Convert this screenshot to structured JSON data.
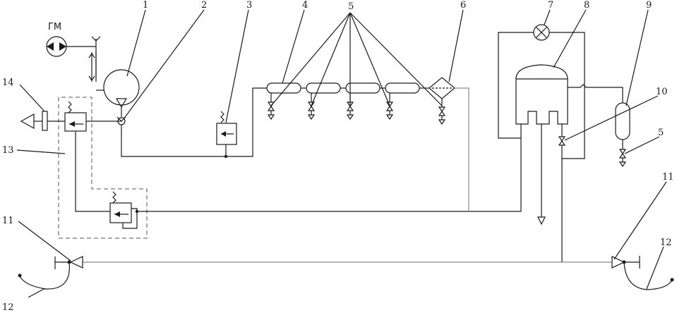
{
  "engine_label": "ГМ",
  "callouts": {
    "c1": "1",
    "c2": "2",
    "c3": "3",
    "c4": "4",
    "c5": "5",
    "c6": "6",
    "c7": "7",
    "c8": "8",
    "c9": "9",
    "c10": "10",
    "c11_left": "11",
    "c11_right": "11",
    "c12_left": "12",
    "c12_right": "12",
    "c13": "13",
    "c14": "14",
    "c5_right": "5"
  }
}
